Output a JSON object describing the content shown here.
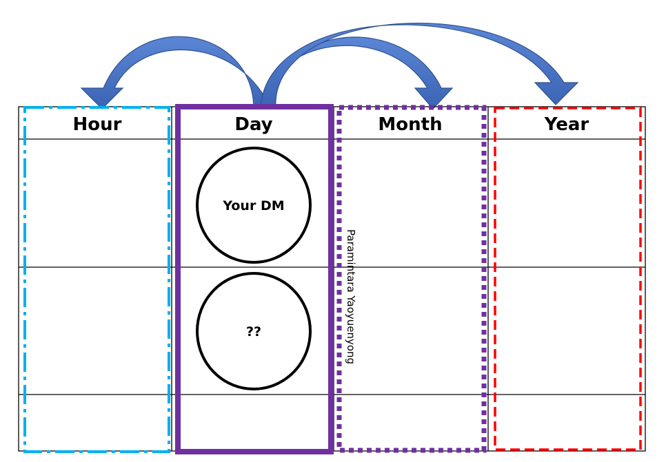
{
  "columns": [
    {
      "label": "Hour"
    },
    {
      "label": "Day"
    },
    {
      "label": "Month"
    },
    {
      "label": "Year"
    }
  ],
  "circles": [
    {
      "label": "Your DM"
    },
    {
      "label": "??"
    }
  ],
  "vertical_label": "Paramintara Yaoyuenyong",
  "colors": {
    "hour_border": "#00b0f0",
    "day_border": "#7030a0",
    "month_border": "#7030a0",
    "year_border": "#ff0000",
    "arrow_fill": "#4472c4",
    "arrow_stroke": "#2f528f",
    "grid": "#000000"
  }
}
